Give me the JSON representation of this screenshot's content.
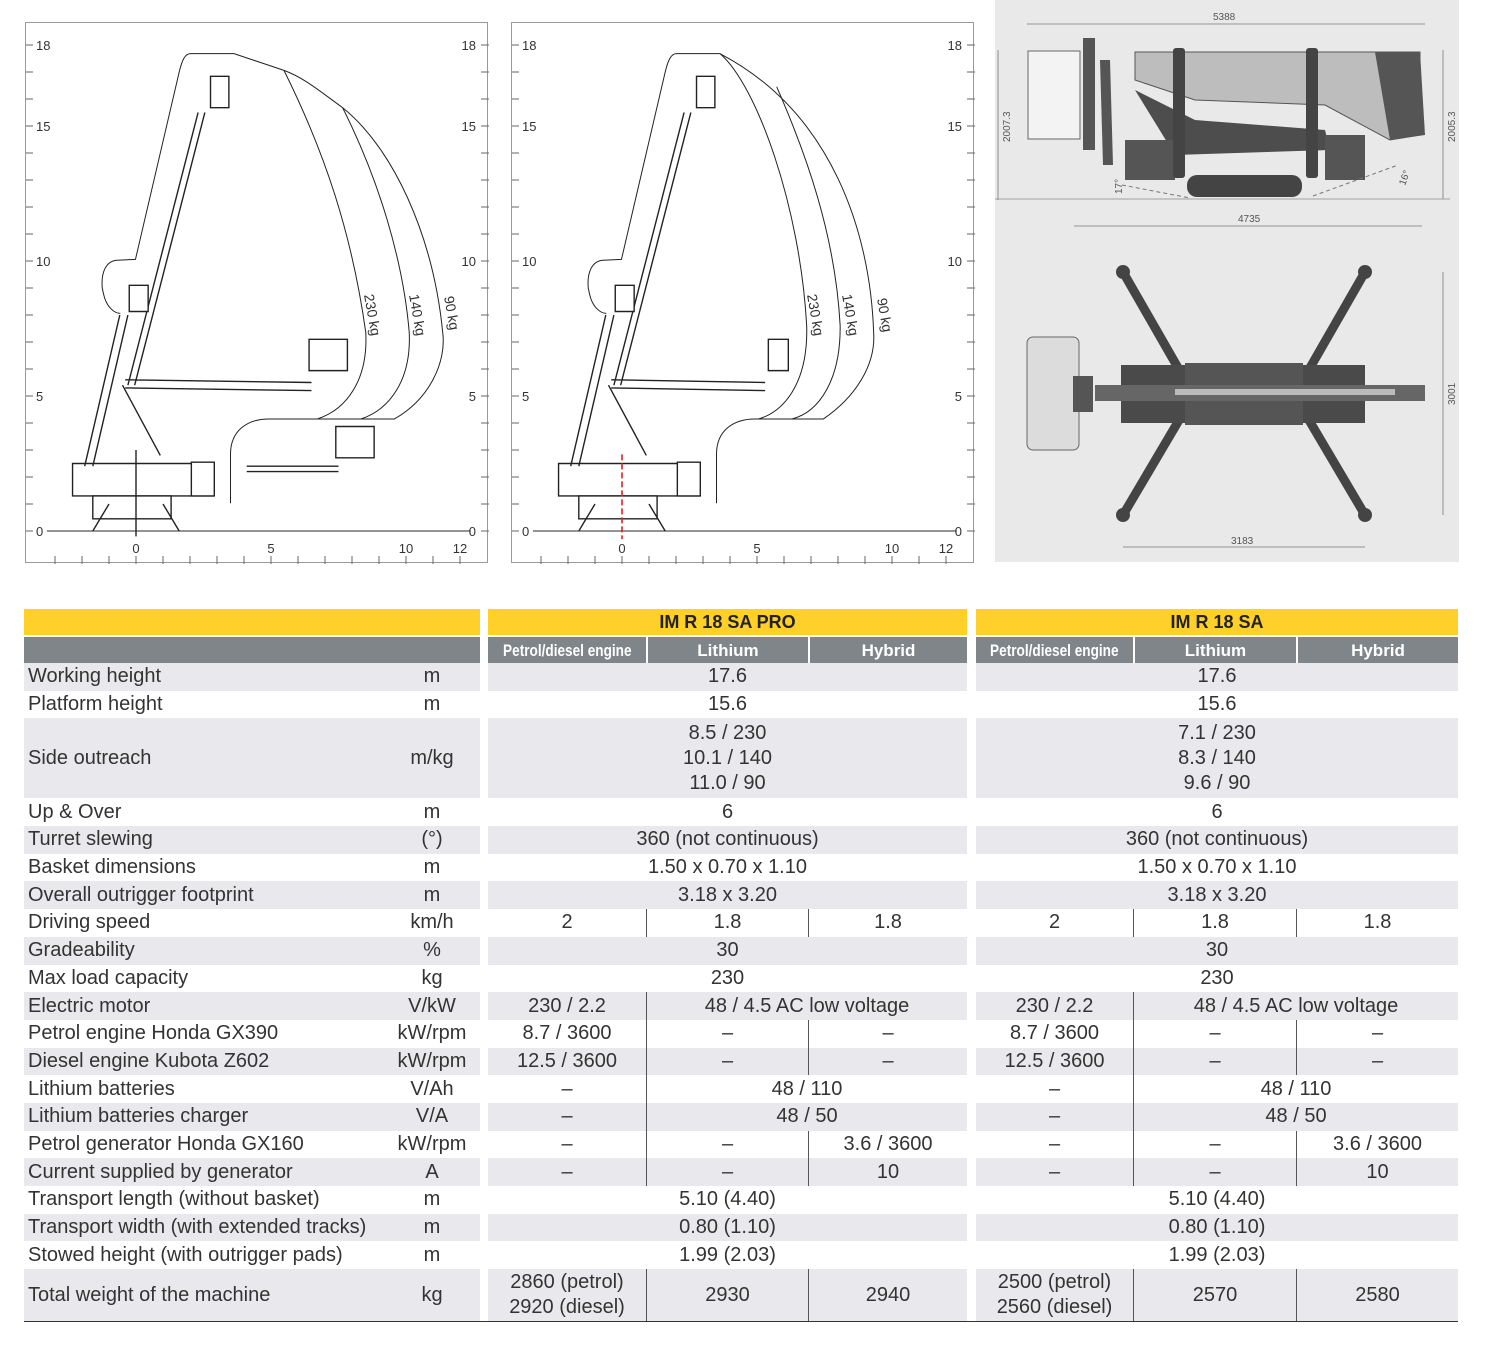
{
  "charts": [
    {
      "model": "IM R 18 SA PRO",
      "y_ticks": [
        0,
        5,
        10,
        15,
        18
      ],
      "x_ticks": [
        0,
        5,
        10,
        12
      ],
      "load_curves": [
        "230 kg",
        "140 kg",
        "90 kg"
      ],
      "xlim": [
        -3,
        12
      ],
      "ylim": [
        0,
        18
      ]
    },
    {
      "model": "IM R 18 SA",
      "y_ticks": [
        0,
        5,
        10,
        15,
        18
      ],
      "x_ticks": [
        0,
        5,
        10,
        12
      ],
      "load_curves": [
        "230 kg",
        "140 kg",
        "90 kg"
      ],
      "xlim": [
        -3,
        12
      ],
      "ylim": [
        0,
        18
      ]
    }
  ],
  "drawings": {
    "side_view": {
      "overall_length": "5388",
      "track_length": "4735",
      "height_left": "2007.3",
      "height_right": "2005.3",
      "angle_front": "17°",
      "angle_rear": "16°"
    },
    "top_view": {
      "outrigger_length": "3183",
      "outrigger_width": "3001"
    }
  },
  "table": {
    "groups": [
      "IM R 18 SA PRO",
      "IM R 18 SA"
    ],
    "subheaders": [
      "Petrol/diesel engine",
      "Lithium",
      "Hybrid"
    ],
    "rows": [
      {
        "label": "Working height",
        "unit": "m",
        "pro": [
          {
            "v": "17.6",
            "span": 3
          }
        ],
        "sa": [
          {
            "v": "17.6",
            "span": 3
          }
        ]
      },
      {
        "label": "Platform height",
        "unit": "m",
        "pro": [
          {
            "v": "15.6",
            "span": 3
          }
        ],
        "sa": [
          {
            "v": "15.6",
            "span": 3
          }
        ]
      },
      {
        "label": "Side outreach",
        "unit": "m/kg",
        "tall": 3,
        "pro": [
          {
            "v": "8.5 / 230\n10.1 / 140\n11.0 / 90",
            "span": 3
          }
        ],
        "sa": [
          {
            "v": "7.1 / 230\n8.3 / 140\n9.6 / 90",
            "span": 3
          }
        ]
      },
      {
        "label": "Up & Over",
        "unit": "m",
        "pro": [
          {
            "v": "6",
            "span": 3
          }
        ],
        "sa": [
          {
            "v": "6",
            "span": 3
          }
        ]
      },
      {
        "label": "Turret slewing",
        "unit": "(°)",
        "pro": [
          {
            "v": "360 (not continuous)",
            "span": 3
          }
        ],
        "sa": [
          {
            "v": "360 (not continuous)",
            "span": 3
          }
        ]
      },
      {
        "label": "Basket dimensions",
        "unit": "m",
        "pro": [
          {
            "v": "1.50 x 0.70 x 1.10",
            "span": 3
          }
        ],
        "sa": [
          {
            "v": "1.50 x 0.70 x 1.10",
            "span": 3
          }
        ]
      },
      {
        "label": "Overall outrigger footprint",
        "unit": "m",
        "pro": [
          {
            "v": "3.18 x 3.20",
            "span": 3
          }
        ],
        "sa": [
          {
            "v": "3.18 x 3.20",
            "span": 3
          }
        ]
      },
      {
        "label": "Driving speed",
        "unit": "km/h",
        "pro": [
          {
            "v": "2",
            "span": 1
          },
          {
            "v": "1.8",
            "span": 1
          },
          {
            "v": "1.8",
            "span": 1
          }
        ],
        "sa": [
          {
            "v": "2",
            "span": 1
          },
          {
            "v": "1.8",
            "span": 1
          },
          {
            "v": "1.8",
            "span": 1
          }
        ]
      },
      {
        "label": "Gradeability",
        "unit": "%",
        "pro": [
          {
            "v": "30",
            "span": 3
          }
        ],
        "sa": [
          {
            "v": "30",
            "span": 3
          }
        ]
      },
      {
        "label": "Max load capacity",
        "unit": "kg",
        "pro": [
          {
            "v": "230",
            "span": 3
          }
        ],
        "sa": [
          {
            "v": "230",
            "span": 3
          }
        ]
      },
      {
        "label": "Electric motor",
        "unit": "V/kW",
        "pro": [
          {
            "v": "230 / 2.2",
            "span": 1
          },
          {
            "v": "48 / 4.5 AC low voltage",
            "span": 2
          }
        ],
        "sa": [
          {
            "v": "230 / 2.2",
            "span": 1
          },
          {
            "v": "48 / 4.5 AC low voltage",
            "span": 2
          }
        ]
      },
      {
        "label": "Petrol engine Honda GX390",
        "unit": "kW/rpm",
        "pro": [
          {
            "v": "8.7 / 3600",
            "span": 1
          },
          {
            "v": "–",
            "span": 1
          },
          {
            "v": "–",
            "span": 1
          }
        ],
        "sa": [
          {
            "v": "8.7 / 3600",
            "span": 1
          },
          {
            "v": "–",
            "span": 1
          },
          {
            "v": "–",
            "span": 1
          }
        ]
      },
      {
        "label": "Diesel engine Kubota Z602",
        "unit": "kW/rpm",
        "pro": [
          {
            "v": "12.5 / 3600",
            "span": 1
          },
          {
            "v": "–",
            "span": 1
          },
          {
            "v": "–",
            "span": 1
          }
        ],
        "sa": [
          {
            "v": "12.5 / 3600",
            "span": 1
          },
          {
            "v": "–",
            "span": 1
          },
          {
            "v": "–",
            "span": 1
          }
        ]
      },
      {
        "label": "Lithium batteries",
        "unit": "V/Ah",
        "pro": [
          {
            "v": "–",
            "span": 1
          },
          {
            "v": "48 / 110",
            "span": 2
          }
        ],
        "sa": [
          {
            "v": "–",
            "span": 1
          },
          {
            "v": "48 / 110",
            "span": 2
          }
        ]
      },
      {
        "label": "Lithium batteries charger",
        "unit": "V/A",
        "pro": [
          {
            "v": "–",
            "span": 1
          },
          {
            "v": "48 / 50",
            "span": 2
          }
        ],
        "sa": [
          {
            "v": "–",
            "span": 1
          },
          {
            "v": "48 / 50",
            "span": 2
          }
        ]
      },
      {
        "label": "Petrol generator Honda GX160",
        "unit": "kW/rpm",
        "pro": [
          {
            "v": "–",
            "span": 1
          },
          {
            "v": "–",
            "span": 1
          },
          {
            "v": "3.6 / 3600",
            "span": 1
          }
        ],
        "sa": [
          {
            "v": "–",
            "span": 1
          },
          {
            "v": "–",
            "span": 1
          },
          {
            "v": "3.6 / 3600",
            "span": 1
          }
        ]
      },
      {
        "label": "Current supplied by generator",
        "unit": "A",
        "pro": [
          {
            "v": "–",
            "span": 1
          },
          {
            "v": "–",
            "span": 1
          },
          {
            "v": "10",
            "span": 1
          }
        ],
        "sa": [
          {
            "v": "–",
            "span": 1
          },
          {
            "v": "–",
            "span": 1
          },
          {
            "v": "10",
            "span": 1
          }
        ]
      },
      {
        "label": "Transport length (without basket)",
        "unit": "m",
        "pro": [
          {
            "v": "5.10 (4.40)",
            "span": 3
          }
        ],
        "sa": [
          {
            "v": "5.10 (4.40)",
            "span": 3
          }
        ]
      },
      {
        "label": "Transport width (with extended tracks)",
        "unit": "m",
        "pro": [
          {
            "v": "0.80 (1.10)",
            "span": 3
          }
        ],
        "sa": [
          {
            "v": "0.80 (1.10)",
            "span": 3
          }
        ]
      },
      {
        "label": "Stowed height (with outrigger pads)",
        "unit": "m",
        "pro": [
          {
            "v": "1.99 (2.03)",
            "span": 3
          }
        ],
        "sa": [
          {
            "v": "1.99 (2.03)",
            "span": 3
          }
        ]
      },
      {
        "label": "Total weight of the machine",
        "unit": "kg",
        "tall": 2,
        "pro": [
          {
            "v": "2860 (petrol)\n2920 (diesel)",
            "span": 1
          },
          {
            "v": "2930",
            "span": 1
          },
          {
            "v": "2940",
            "span": 1
          }
        ],
        "sa": [
          {
            "v": "2500 (petrol)\n2560 (diesel)",
            "span": 1
          },
          {
            "v": "2570",
            "span": 1
          },
          {
            "v": "2580",
            "span": 1
          }
        ]
      }
    ]
  }
}
